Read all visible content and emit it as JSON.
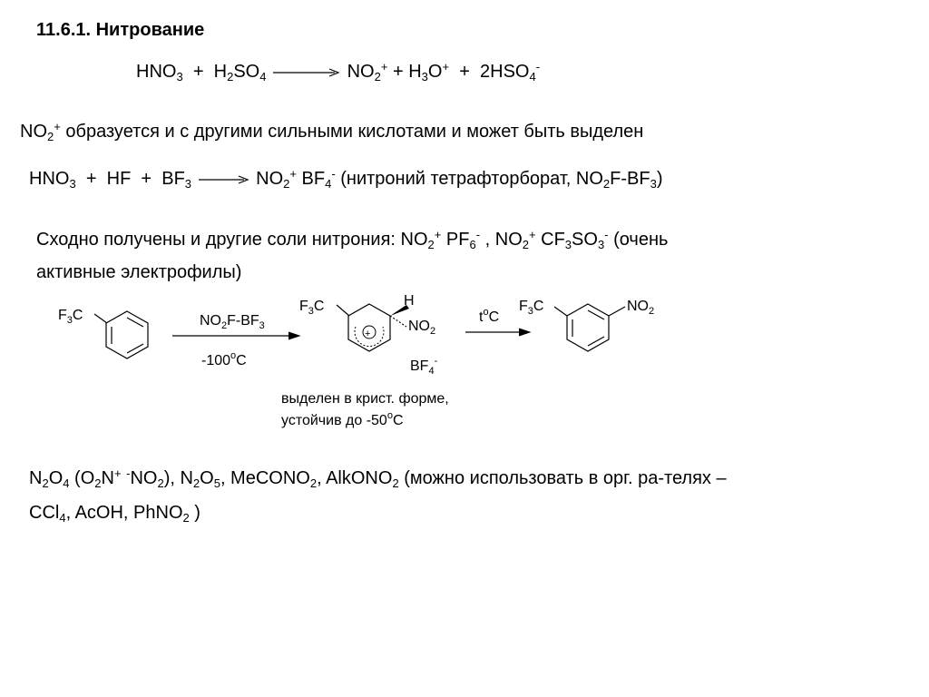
{
  "title": "11.6.1. Нитрование",
  "eq1": {
    "hno3": "HNO",
    "hno3_sub": "3",
    "plus1": "+",
    "h2so4_a": "H",
    "h2so4_sub1": "2",
    "h2so4_b": "SO",
    "h2so4_sub2": "4",
    "no2_a": "NO",
    "no2_sub": "2",
    "no2_sup": "+",
    "plus2": "+",
    "h3o_a": "H",
    "h3o_sub": "3",
    "h3o_b": "O",
    "h3o_sup": "+",
    "plus3": "+",
    "hso4_a": "2HSO",
    "hso4_sub": "4",
    "hso4_sup": "-"
  },
  "sentence1": {
    "no2": "NO",
    "no2_sub": "2",
    "no2_sup": "+",
    "text": " образуется и с другими сильными кислотами и может быть выделен"
  },
  "eq2": {
    "hno3": "HNO",
    "hno3_sub": "3",
    "plus1": "+",
    "hf": "HF",
    "plus2": "+",
    "bf3": "BF",
    "bf3_sub": "3",
    "no2": "NO",
    "no2_sub": "2",
    "no2_sup": "+",
    "bf4": " BF",
    "bf4_sub": "4",
    "bf4_sup": "-",
    "name": " (нитроний тетрафторборат, NO",
    "name_sub": "2",
    "name2": "F-BF",
    "name_sub2": "3",
    "name3": ")"
  },
  "sentence2": {
    "text_a": "Сходно получены и другие соли нитрония: NO",
    "a_sub": "2",
    "a_sup": "+",
    "pf": " PF",
    "pf_sub": "6",
    "pf_sup": "-",
    "sep": " , NO",
    "b_sub": "2",
    "b_sup": "+",
    "cf": " CF",
    "cf_sub": "3",
    "cf_b": "SO",
    "cf_sub2": "3",
    "cf_sup": "-",
    "tail": "  (очень",
    "line2": "активные электрофилы)"
  },
  "scheme": {
    "reactant_cf3": "F",
    "reactant_cf3_sub": "3",
    "reactant_cf3_c": "C",
    "reagent_top_a": "NO",
    "reagent_top_sub": "2",
    "reagent_top_b": "F-BF",
    "reagent_top_sub2": "3",
    "reagent_bottom": "-100",
    "reagent_bottom_sup": "o",
    "reagent_bottom_c": "C",
    "inter_cf3": "F",
    "inter_cf3_sub": "3",
    "inter_cf3_c": "C",
    "inter_h": "H",
    "inter_no2": "NO",
    "inter_no2_sub": "2",
    "inter_plus": "+",
    "inter_bf4": "BF",
    "inter_bf4_sub": "4",
    "inter_bf4_sup": "-",
    "heat": "t",
    "heat_sup": "o",
    "heat_c": "C",
    "prod_cf3": "F",
    "prod_cf3_sub": "3",
    "prod_cf3_c": "C",
    "prod_no2": "NO",
    "prod_no2_sub": "2",
    "note1": "выделен в крист. форме,",
    "note2": "устойчив до -50",
    "note2_sup": "o",
    "note2_c": "C"
  },
  "footer": {
    "l1_a": "N",
    "l1_s1": "2",
    "l1_b": "O",
    "l1_s2": "4",
    "l1_c": " (O",
    "l1_s3": "2",
    "l1_d": "N",
    "l1_sup1": "+",
    "l1_sp": " ",
    "l1_sup2": "-",
    "l1_e": "NO",
    "l1_s4": "2",
    "l1_f": "), N",
    "l1_s5": "2",
    "l1_g": "O",
    "l1_s6": "5",
    "l1_h": ", MeCONO",
    "l1_s7": "2",
    "l1_i": ", AlkONO",
    "l1_s8": "2",
    "l1_j": " (можно использовать в орг. ра-телях –",
    "l2_a": "CCl",
    "l2_s1": "4",
    "l2_b": ", AcOH, PhNO",
    "l2_s2": "2",
    "l2_c": " )"
  }
}
